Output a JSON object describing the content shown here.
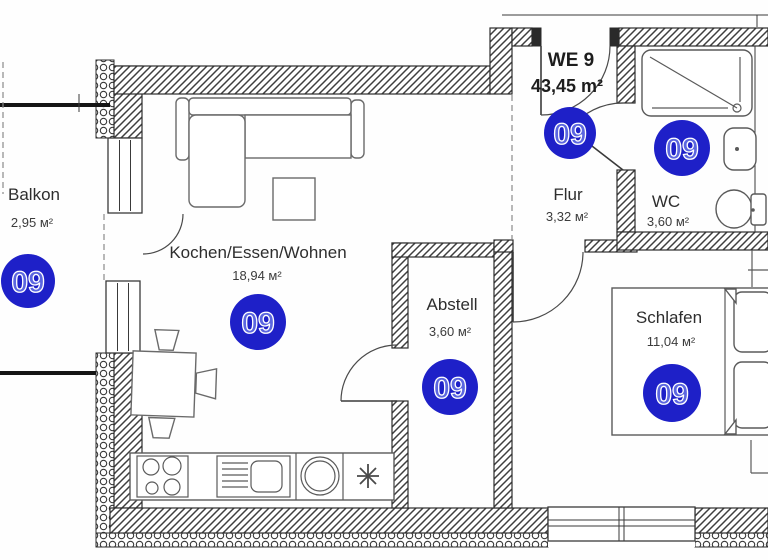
{
  "floorplan": {
    "unit": {
      "label": "WE 9",
      "area": "43,45 m²"
    },
    "badge": {
      "number": "09",
      "color": "#1e20c8"
    },
    "rooms": [
      {
        "id": "balkon",
        "name": "Balkon",
        "area": "2,95 м²"
      },
      {
        "id": "wohnen",
        "name": "Kochen/Essen/Wohnen",
        "area": "18,94 м²"
      },
      {
        "id": "abstell",
        "name": "Abstell",
        "area": "3,60 м²"
      },
      {
        "id": "flur",
        "name": "Flur",
        "area": "3,32 м²"
      },
      {
        "id": "wc",
        "name": "WC",
        "area": "3,60 м²"
      },
      {
        "id": "schlafen",
        "name": "Schlafen",
        "area": "11,04 м²"
      }
    ]
  }
}
